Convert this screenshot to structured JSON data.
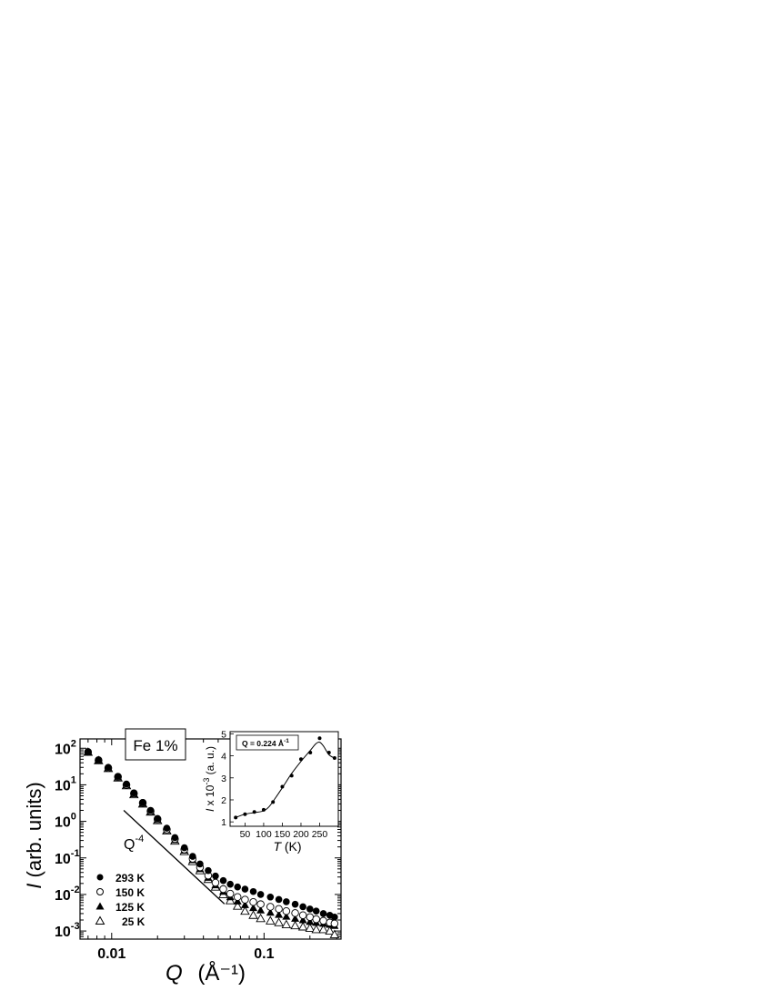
{
  "chart_data": [
    {
      "type": "scatter",
      "title": "",
      "xlabel": "Q",
      "xunit": "(Å⁻¹)",
      "ylabel": "I",
      "yunit": "(arb. units)",
      "xscale": "log",
      "yscale": "log",
      "xlim": [
        0.0062,
        0.32
      ],
      "ylim": [
        0.0006,
        180
      ],
      "xticks": [
        {
          "value": 0.01,
          "label": "0.01"
        },
        {
          "value": 0.1,
          "label": "0.1"
        }
      ],
      "yticks": [
        {
          "value": 0.001,
          "base": "10",
          "exp": "-3"
        },
        {
          "value": 0.01,
          "base": "10",
          "exp": "-2"
        },
        {
          "value": 0.1,
          "base": "10",
          "exp": "-1"
        },
        {
          "value": 1,
          "base": "10",
          "exp": "0"
        },
        {
          "value": 10,
          "base": "10",
          "exp": "1"
        },
        {
          "value": 100,
          "base": "10",
          "exp": "2"
        }
      ],
      "annotation_box": "Fe 1%",
      "guide_line": {
        "label_base": "Q",
        "label_exp": "-4",
        "x": [
          0.012,
          0.055
        ],
        "y": [
          2.0,
          0.0055
        ]
      },
      "legend_position": "bottom-left",
      "series": [
        {
          "name": "293 K",
          "marker": "filled-circle",
          "x": [
            0.007,
            0.0082,
            0.0095,
            0.011,
            0.0125,
            0.014,
            0.016,
            0.018,
            0.02,
            0.023,
            0.026,
            0.03,
            0.034,
            0.038,
            0.043,
            0.048,
            0.054,
            0.06,
            0.067,
            0.075,
            0.085,
            0.095,
            0.11,
            0.125,
            0.14,
            0.16,
            0.18,
            0.2,
            0.22,
            0.245,
            0.27,
            0.29
          ],
          "y": [
            80,
            48,
            30,
            17,
            10.5,
            6,
            3.3,
            2.0,
            1.2,
            0.65,
            0.36,
            0.19,
            0.11,
            0.068,
            0.045,
            0.032,
            0.024,
            0.019,
            0.016,
            0.014,
            0.012,
            0.01,
            0.0085,
            0.0073,
            0.0063,
            0.0054,
            0.0046,
            0.004,
            0.0035,
            0.003,
            0.0027,
            0.0024
          ]
        },
        {
          "name": "150 K",
          "marker": "open-circle",
          "x": [
            0.007,
            0.0082,
            0.0095,
            0.011,
            0.0125,
            0.014,
            0.016,
            0.018,
            0.02,
            0.023,
            0.026,
            0.03,
            0.034,
            0.038,
            0.043,
            0.048,
            0.054,
            0.06,
            0.067,
            0.075,
            0.085,
            0.095,
            0.11,
            0.125,
            0.14,
            0.16,
            0.18,
            0.2,
            0.22,
            0.245,
            0.27,
            0.29
          ],
          "y": [
            79,
            47,
            29,
            16.5,
            10,
            5.8,
            3.2,
            1.9,
            1.15,
            0.6,
            0.33,
            0.17,
            0.095,
            0.055,
            0.033,
            0.021,
            0.014,
            0.0105,
            0.0085,
            0.0072,
            0.0062,
            0.0054,
            0.0046,
            0.004,
            0.0035,
            0.0031,
            0.0027,
            0.0024,
            0.0021,
            0.0019,
            0.0017,
            0.0016
          ]
        },
        {
          "name": "125 K",
          "marker": "filled-triangle",
          "x": [
            0.007,
            0.0082,
            0.0095,
            0.011,
            0.0125,
            0.014,
            0.016,
            0.018,
            0.02,
            0.023,
            0.026,
            0.03,
            0.034,
            0.038,
            0.043,
            0.048,
            0.054,
            0.06,
            0.067,
            0.075,
            0.085,
            0.095,
            0.11,
            0.125,
            0.14,
            0.16,
            0.18,
            0.2,
            0.22,
            0.245,
            0.27,
            0.29
          ],
          "y": [
            78,
            46,
            29,
            16,
            9.8,
            5.6,
            3.1,
            1.85,
            1.1,
            0.58,
            0.31,
            0.16,
            0.088,
            0.05,
            0.029,
            0.018,
            0.012,
            0.0085,
            0.0065,
            0.0052,
            0.0043,
            0.0037,
            0.0032,
            0.0028,
            0.0025,
            0.0022,
            0.002,
            0.0018,
            0.0017,
            0.0016,
            0.0015,
            0.0014
          ]
        },
        {
          "name": "25 K",
          "marker": "open-triangle",
          "x": [
            0.007,
            0.0082,
            0.0095,
            0.011,
            0.0125,
            0.014,
            0.016,
            0.018,
            0.02,
            0.023,
            0.026,
            0.03,
            0.034,
            0.038,
            0.043,
            0.048,
            0.054,
            0.06,
            0.067,
            0.075,
            0.085,
            0.095,
            0.11,
            0.125,
            0.14,
            0.16,
            0.18,
            0.2,
            0.22,
            0.245,
            0.27,
            0.29
          ],
          "y": [
            78,
            46,
            28,
            15.5,
            9.5,
            5.4,
            3.0,
            1.8,
            1.05,
            0.55,
            0.29,
            0.15,
            0.08,
            0.045,
            0.026,
            0.016,
            0.01,
            0.0068,
            0.0048,
            0.0035,
            0.0027,
            0.0022,
            0.0019,
            0.0017,
            0.0015,
            0.0014,
            0.0013,
            0.0012,
            0.0011,
            0.0011,
            0.001,
            0.0008
          ]
        }
      ]
    },
    {
      "type": "line",
      "title": "",
      "xlabel": "T",
      "xunit": "(K)",
      "ylabel_prefix": "I",
      "ylabel_mid": " x 10",
      "ylabel_exp": "-3",
      "ylabel_suffix": " (a. u.)",
      "xlim": [
        10,
        300
      ],
      "ylim": [
        0.8,
        5.1
      ],
      "xticks": [
        50,
        100,
        150,
        200,
        250
      ],
      "yticks": [
        1,
        2,
        3,
        4,
        5
      ],
      "annotation_text": "Q = 0.224 Å",
      "annotation_exp": "-1",
      "points": {
        "x": [
          25,
          50,
          75,
          100,
          125,
          150,
          175,
          200,
          225,
          250,
          275,
          290
        ],
        "y": [
          1.2,
          1.35,
          1.45,
          1.55,
          1.9,
          2.6,
          3.1,
          3.85,
          4.15,
          4.8,
          4.15,
          3.9
        ]
      },
      "fit_curve": {
        "x": [
          25,
          50,
          75,
          100,
          115,
          130,
          150,
          175,
          200,
          225,
          240,
          250,
          260,
          275,
          290
        ],
        "y": [
          1.2,
          1.35,
          1.42,
          1.5,
          1.7,
          2.05,
          2.55,
          3.2,
          3.75,
          4.25,
          4.55,
          4.62,
          4.45,
          4.05,
          3.9
        ]
      }
    }
  ]
}
